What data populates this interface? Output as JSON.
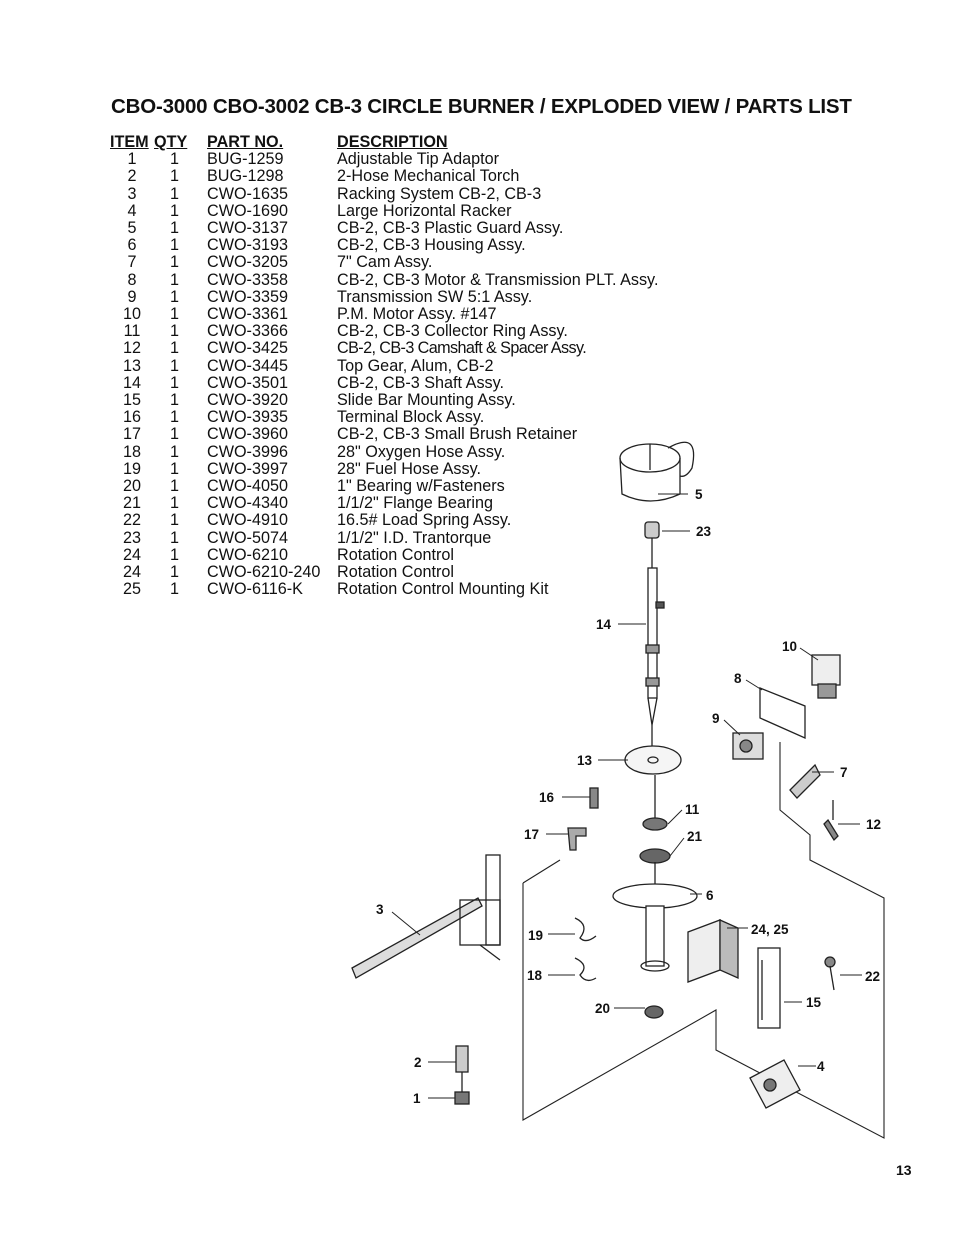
{
  "title": "CBO-3000 CBO-3002 CB-3 CIRCLE BURNER / EXPLODED VIEW / PARTS LIST",
  "headers": {
    "item": "ITEM",
    "qty": "QTY",
    "part": "PART NO.",
    "desc": "DESCRIPTION"
  },
  "parts": [
    {
      "item": "1",
      "qty": "1",
      "part": "BUG-1259",
      "desc": "Adjustable Tip Adaptor"
    },
    {
      "item": "2",
      "qty": "1",
      "part": "BUG-1298",
      "desc": "2-Hose Mechanical Torch"
    },
    {
      "item": "3",
      "qty": "1",
      "part": "CWO-1635",
      "desc": "Racking System CB-2, CB-3"
    },
    {
      "item": "4",
      "qty": "1",
      "part": "CWO-1690",
      "desc": "Large Horizontal Racker"
    },
    {
      "item": "5",
      "qty": "1",
      "part": "CWO-3137",
      "desc": "CB-2, CB-3 Plastic Guard Assy."
    },
    {
      "item": "6",
      "qty": "1",
      "part": "CWO-3193",
      "desc": "CB-2, CB-3 Housing Assy."
    },
    {
      "item": "7",
      "qty": "1",
      "part": "CWO-3205",
      "desc": "7\" Cam Assy."
    },
    {
      "item": "8",
      "qty": "1",
      "part": "CWO-3358",
      "desc": "CB-2, CB-3 Motor & Transmission PLT. Assy."
    },
    {
      "item": "9",
      "qty": "1",
      "part": "CWO-3359",
      "desc": "Transmission SW 5:1 Assy."
    },
    {
      "item": "10",
      "qty": "1",
      "part": "CWO-3361",
      "desc": "P.M. Motor Assy. #147"
    },
    {
      "item": "11",
      "qty": "1",
      "part": "CWO-3366",
      "desc": "CB-2, CB-3 Collector Ring Assy."
    },
    {
      "item": "12",
      "qty": "1",
      "part": "CWO-3425",
      "desc": "CB-2, CB-3 Camshaft & Spacer Assy."
    },
    {
      "item": "13",
      "qty": "1",
      "part": "CWO-3445",
      "desc": "Top Gear, Alum, CB-2"
    },
    {
      "item": "14",
      "qty": "1",
      "part": "CWO-3501",
      "desc": "CB-2, CB-3 Shaft Assy."
    },
    {
      "item": "15",
      "qty": "1",
      "part": "CWO-3920",
      "desc": "Slide Bar Mounting Assy."
    },
    {
      "item": "16",
      "qty": "1",
      "part": "CWO-3935",
      "desc": "Terminal Block Assy."
    },
    {
      "item": "17",
      "qty": "1",
      "part": "CWO-3960",
      "desc": "CB-2, CB-3 Small Brush Retainer"
    },
    {
      "item": "18",
      "qty": "1",
      "part": "CWO-3996",
      "desc": "28\" Oxygen Hose Assy."
    },
    {
      "item": "19",
      "qty": "1",
      "part": "CWO-3997",
      "desc": "28\" Fuel Hose Assy."
    },
    {
      "item": "20",
      "qty": "1",
      "part": "CWO-4050",
      "desc": "1\" Bearing w/Fasteners"
    },
    {
      "item": "21",
      "qty": "1",
      "part": "CWO-4340",
      "desc": "1/1/2\" Flange Bearing"
    },
    {
      "item": "22",
      "qty": "1",
      "part": "CWO-4910",
      "desc": "16.5# Load Spring Assy."
    },
    {
      "item": "23",
      "qty": "1",
      "part": "CWO-5074",
      "desc": "1/1/2\" I.D. Trantorque"
    },
    {
      "item": "24",
      "qty": "1",
      "part": "CWO-6210",
      "desc": "Rotation Control"
    },
    {
      "item": "24",
      "qty": "1",
      "part": "CWO-6210-240",
      "desc": "Rotation Control"
    },
    {
      "item": "25",
      "qty": "1",
      "part": "CWO-6116-K",
      "desc": "Rotation Control Mounting Kit"
    }
  ],
  "callouts": {
    "c1": "1",
    "c2": "2",
    "c3": "3",
    "c4": "4",
    "c5": "5",
    "c6": "6",
    "c7": "7",
    "c8": "8",
    "c9": "9",
    "c10": "10",
    "c11": "11",
    "c12": "12",
    "c13": "13",
    "c14": "14",
    "c15": "15",
    "c16": "16",
    "c17": "17",
    "c18": "18",
    "c19": "19",
    "c20": "20",
    "c21": "21",
    "c22": "22",
    "c23": "23",
    "c2425": "24, 25"
  },
  "page_number": "13"
}
